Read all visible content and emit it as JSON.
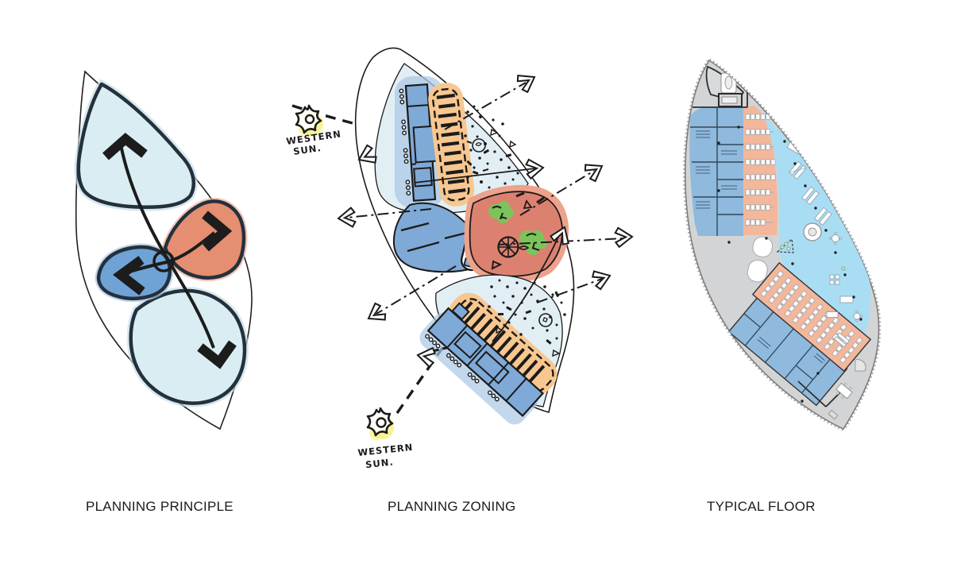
{
  "board": {
    "description": "Three architectural concept diagrams side by side: hand-drawn planning principle sketch, hand-drawn planning zoning sketch with sun annotations, and a CAD typical floor plan",
    "panels": [
      {
        "id": "planning-principle",
        "caption": "PLANNING PRINCIPLE"
      },
      {
        "id": "planning-zoning",
        "caption": "PLANNING ZONING",
        "sun_top": {
          "line1": "WESTERN",
          "line2": "SUN."
        },
        "sun_bottom": {
          "line1": "WESTERN",
          "line2": "SUN."
        }
      },
      {
        "id": "typical-floor",
        "caption": "TYPICAL FLOOR"
      }
    ],
    "colors": {
      "ink": "#1b1b1b",
      "sketch_pale_cyan": "#daedf2",
      "sketch_salmon": "#e58e71",
      "sketch_blue": "#6fa3d6",
      "pod_pale_blue": "#e1eff5",
      "zone_orange": "#f8c78f",
      "zone_red": "#dc8170",
      "tree_green": "#7cc35c",
      "sun_yellow": "#f7f289",
      "floor_grey": "#d3d4d5",
      "floor_blue": "#8fb9dd",
      "floor_salmon": "#f3b79c",
      "floor_lightblue": "#a9ddf4"
    }
  }
}
